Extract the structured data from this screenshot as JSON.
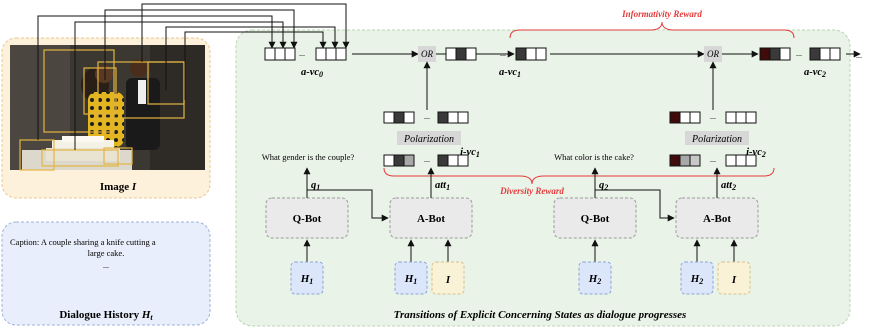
{
  "image_panel": {
    "caption_prefix": "Image",
    "caption_var": "I"
  },
  "dialogue_history": {
    "caption_line1": "Caption: A couple sharing a knife cutting a",
    "caption_line2": "large cake.",
    "ellipsis": "...",
    "title_prefix": "Dialogue History",
    "title_var": "H",
    "title_sub": "t"
  },
  "main_panel": {
    "footer": "Transitions of Explicit Concerning States as dialogue progresses"
  },
  "rewards": {
    "informativity": "Informativity Reward",
    "diversity": "Diversity Reward"
  },
  "states": {
    "a_vc0": {
      "base": "a-vc",
      "sub": "0"
    },
    "a_vc1": {
      "base": "a-vc",
      "sub": "1"
    },
    "a_vc2": {
      "base": "a-vc",
      "sub": "2"
    },
    "i_vc1": {
      "base": "i-vc",
      "sub": "1"
    },
    "i_vc2": {
      "base": "i-vc",
      "sub": "2"
    }
  },
  "operators": {
    "or_1": "OR",
    "or_2": "OR",
    "polarization_1": "Polarization",
    "polarization_2": "Polarization"
  },
  "questions": {
    "q1_text": "What gender is the couple?",
    "q2_text": "What color is the cake?"
  },
  "edge_labels": {
    "q1": {
      "base": "q",
      "sub": "1"
    },
    "q2": {
      "base": "q",
      "sub": "2"
    },
    "att1": {
      "base": "att",
      "sub": "1"
    },
    "att2": {
      "base": "att",
      "sub": "2"
    }
  },
  "bots": {
    "qbot1": "Q-Bot",
    "abot1": "A-Bot",
    "qbot2": "Q-Bot",
    "abot2": "A-Bot"
  },
  "inputs": {
    "h1_a": {
      "base": "H",
      "sub": "1"
    },
    "h1_b": {
      "base": "H",
      "sub": "1"
    },
    "i_1": "I",
    "h2_a": {
      "base": "H",
      "sub": "2"
    },
    "h2_b": {
      "base": "H",
      "sub": "2"
    },
    "i_2": "I"
  },
  "ellipsis": "...",
  "colors": {
    "image_panel_bg": "#fdf1dc",
    "history_panel_bg": "#e8eefb",
    "main_panel_bg": "#eaf3e8",
    "bot_box_bg": "#eaeaea",
    "h_box_bg": "#dce6fa",
    "i_box_bg": "#faf2d7",
    "reward_red": "#e33b3b",
    "cell_dark": "#3a3a3a",
    "cell_gray": "#a8a8a8",
    "cell_maroon": "#3f0b0b",
    "cell_lightgray": "#c8c8c8"
  }
}
